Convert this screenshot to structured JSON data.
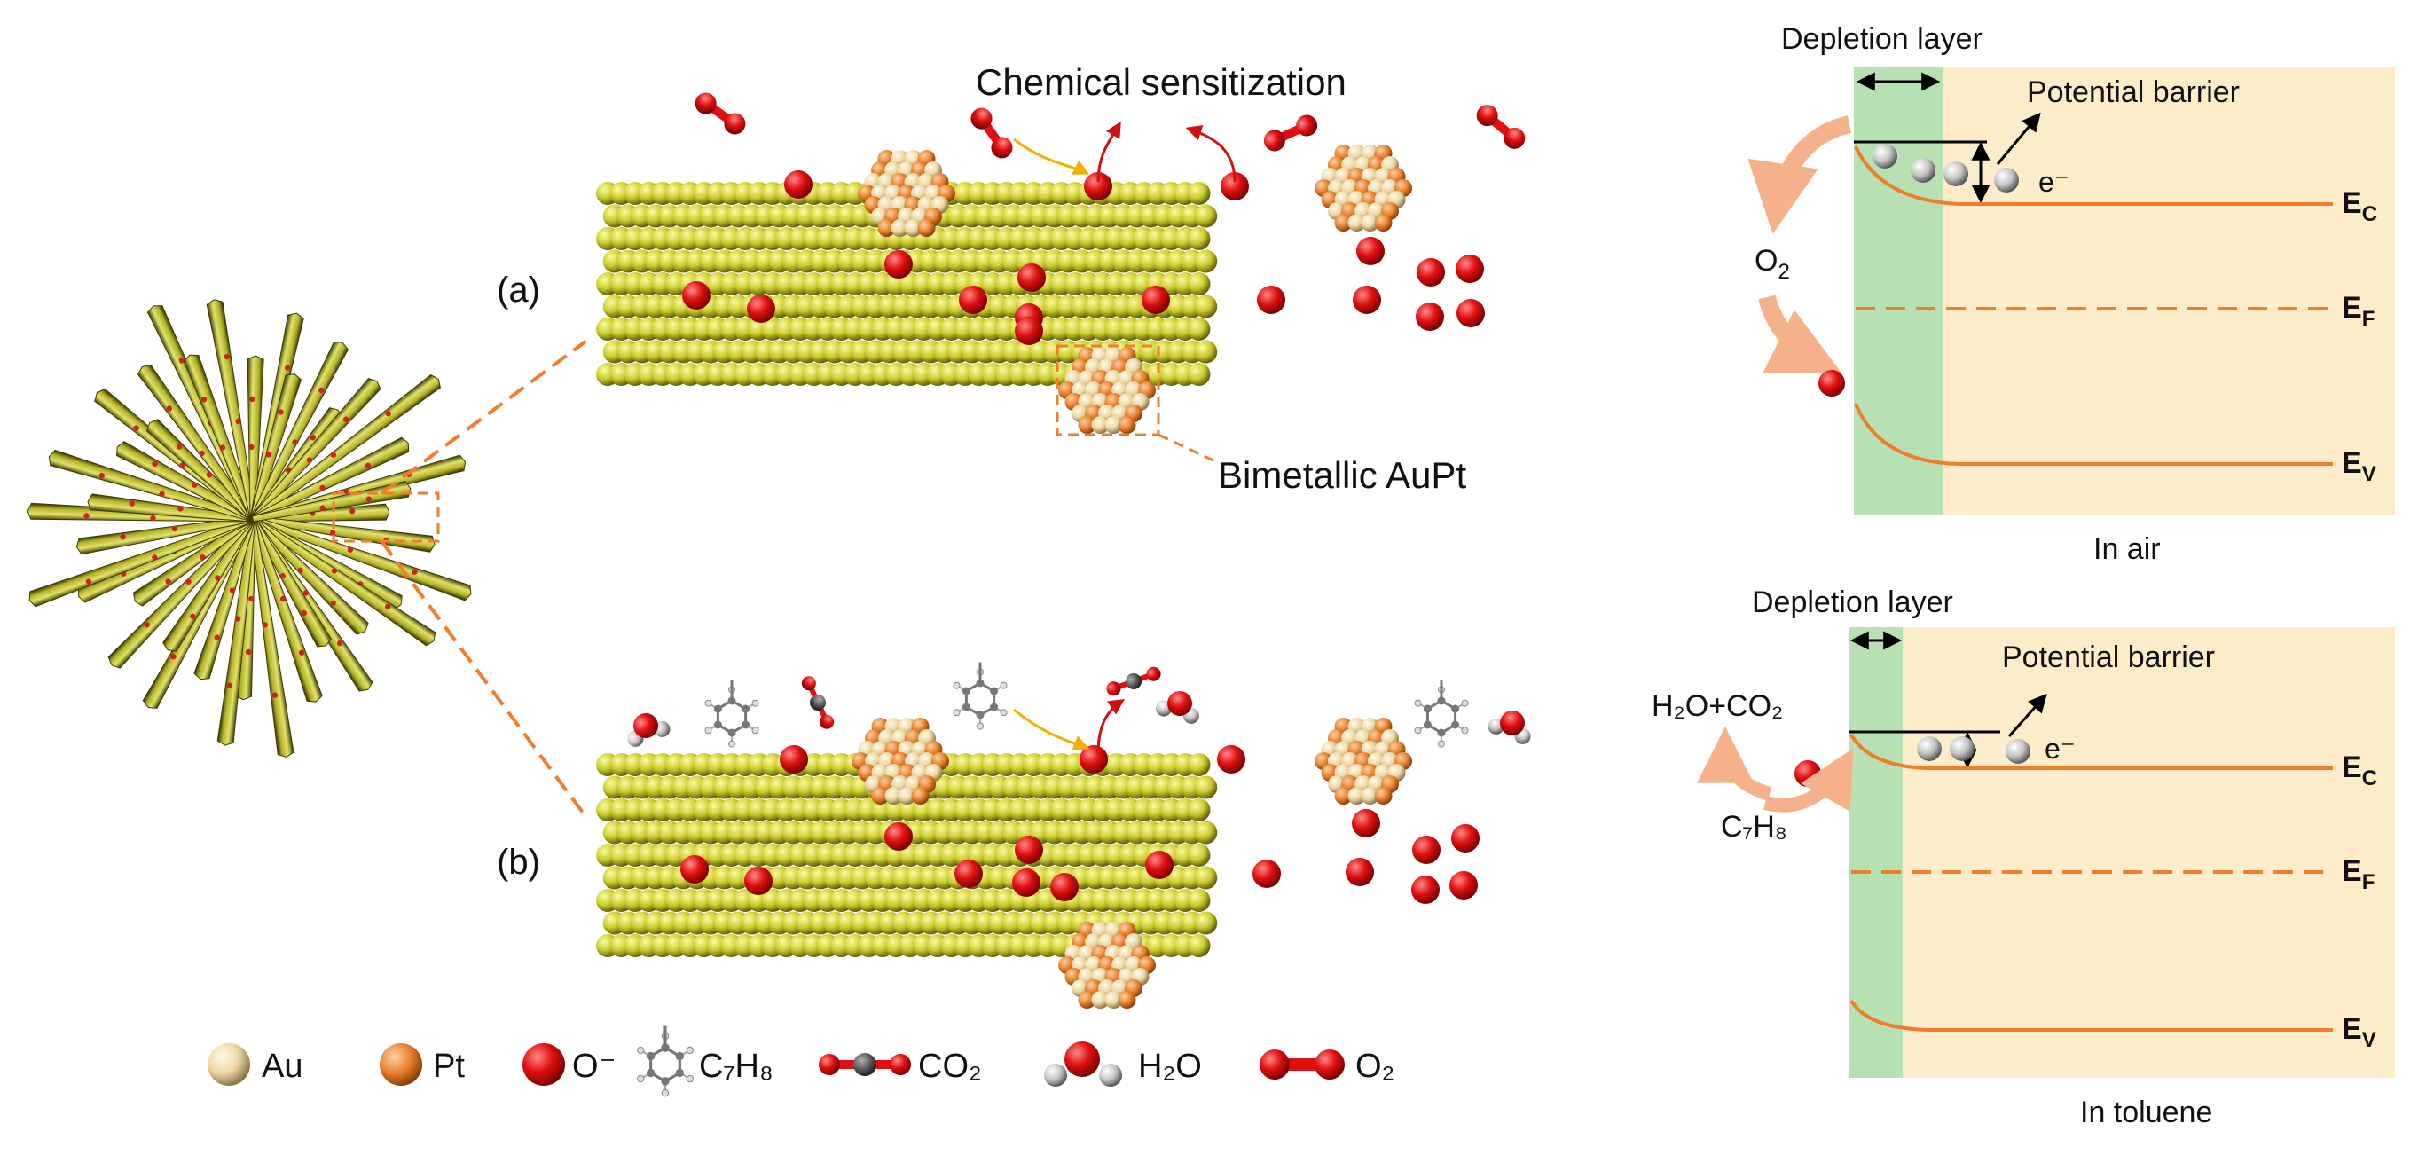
{
  "labels": {
    "chemical_sensitization": "Chemical sensitization",
    "panel_a": "(a)",
    "panel_b": "(b)",
    "bimetallic": "Bimetallic AuPt"
  },
  "band_air": {
    "depletion": "Depletion layer",
    "barrier": "Potential barrier",
    "electron": "e⁻",
    "o2_base": "O",
    "o2_sub": "2",
    "ec_base": "E",
    "ec_sub": "C",
    "ef_base": "E",
    "ef_sub": "F",
    "ev_base": "E",
    "ev_sub": "V",
    "caption": "In air"
  },
  "band_toluene": {
    "depletion": "Depletion layer",
    "barrier": "Potential barrier",
    "electron": "e⁻",
    "products": "H₂O+CO₂",
    "toluene": "C₇H₈",
    "ec_base": "E",
    "ec_sub": "C",
    "ef_base": "E",
    "ef_sub": "F",
    "ev_base": "E",
    "ev_sub": "V",
    "caption": "In toluene"
  },
  "legend": {
    "au": "Au",
    "pt": "Pt",
    "o_minus": "O⁻",
    "c7h8": "C₇H₈",
    "co2": "CO₂",
    "h2o": "H₂O",
    "o2": "O₂"
  },
  "colors": {
    "nanowire": "#c9c93a",
    "oxygen": "#e01010",
    "au": "#f2deb0",
    "pt": "#e8822e",
    "depletion": "#b7e1b2",
    "bulk": "#fdecc8",
    "band": "#f07d2a"
  }
}
